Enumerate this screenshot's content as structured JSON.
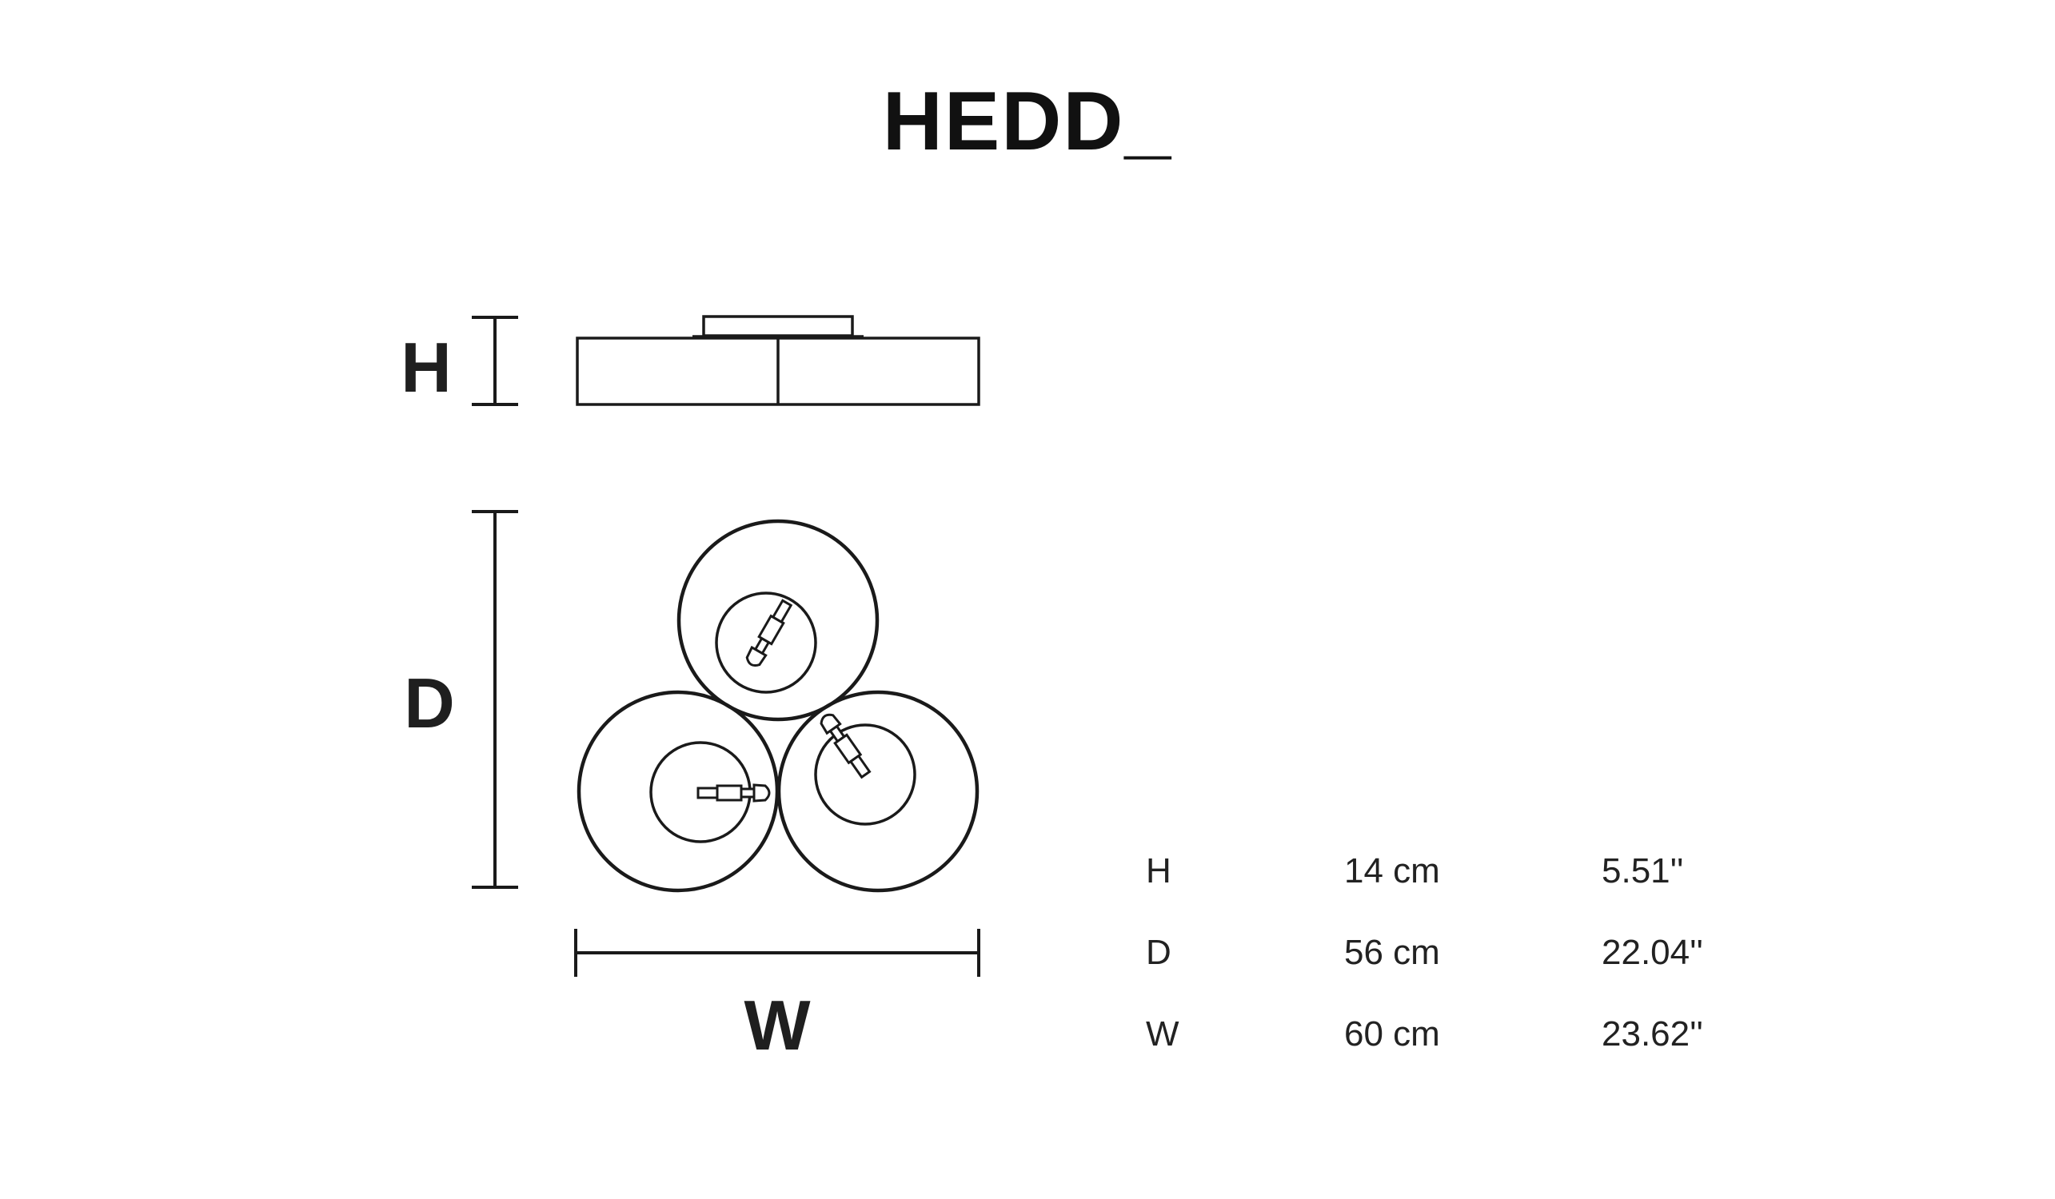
{
  "title": "HEDD_",
  "dimension_labels": {
    "height": "H",
    "depth": "D",
    "width": "W"
  },
  "specs": [
    {
      "label": "H",
      "metric": "14 cm",
      "imperial": "5.51''"
    },
    {
      "label": "D",
      "metric": "56 cm",
      "imperial": "22.04''"
    },
    {
      "label": "W",
      "metric": "60 cm",
      "imperial": "23.62''"
    }
  ],
  "colors": {
    "line": "#1a1a1a",
    "text": "#111111",
    "background": "#ffffff"
  }
}
